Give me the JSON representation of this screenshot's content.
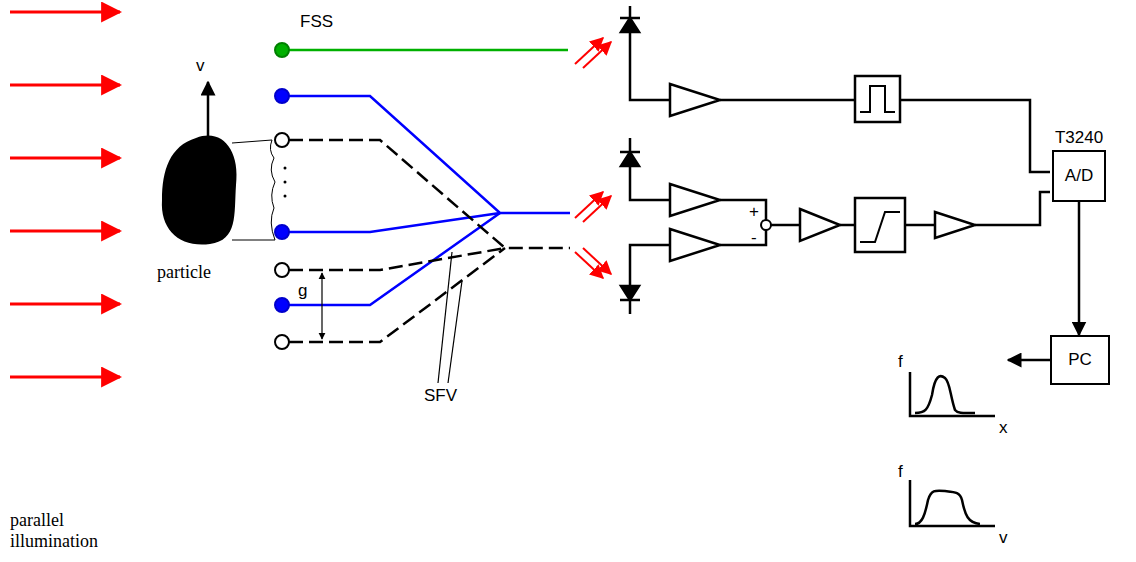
{
  "diagram": {
    "nodes": [
      {
        "text": [
          "T3240",
          "A/D"
        ]
      },
      {
        "text": [
          "PC"
        ]
      }
    ],
    "edges": [
      {
        "from": 0,
        "to": 1,
        "arrow": "to"
      }
    ],
    "labels": [
      "v",
      "particle",
      "parallel illumination",
      "FSS",
      "g",
      "SFV",
      "+",
      "-",
      "f",
      "x",
      "f",
      "v"
    ]
  }
}
